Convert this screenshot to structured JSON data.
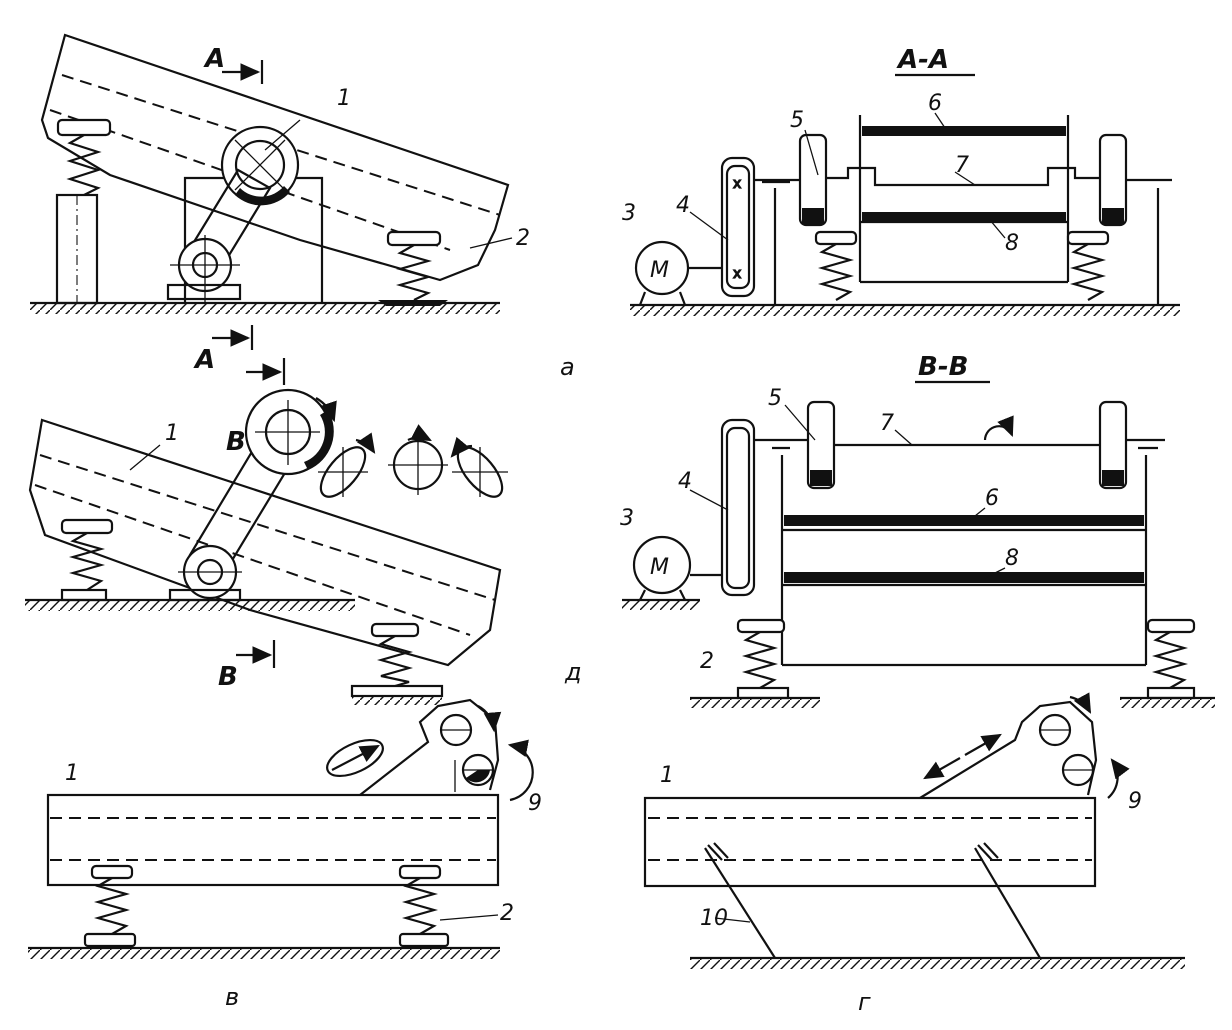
{
  "labels": {
    "a": {
      "section": "A-A",
      "cut_top": "A",
      "cut_bottom": "A",
      "motor": "M",
      "n1": "1",
      "n2": "2",
      "n3": "3",
      "n4": "4",
      "n5": "5",
      "n6": "6",
      "n7": "7",
      "n8": "8",
      "fig": "а"
    },
    "d": {
      "section": "B-B",
      "cut_top": "B",
      "cut_bottom": "B",
      "motor": "M",
      "n1": "1",
      "n2": "2",
      "n3": "3",
      "n4": "4",
      "n5": "5",
      "n6": "6",
      "n7": "7",
      "n8": "8",
      "fig": "д"
    },
    "v": {
      "n1": "1",
      "n2": "2",
      "n9": "9",
      "fig": "в"
    },
    "g": {
      "n1": "1",
      "n9": "9",
      "n10": "10",
      "fig": "г"
    }
  }
}
